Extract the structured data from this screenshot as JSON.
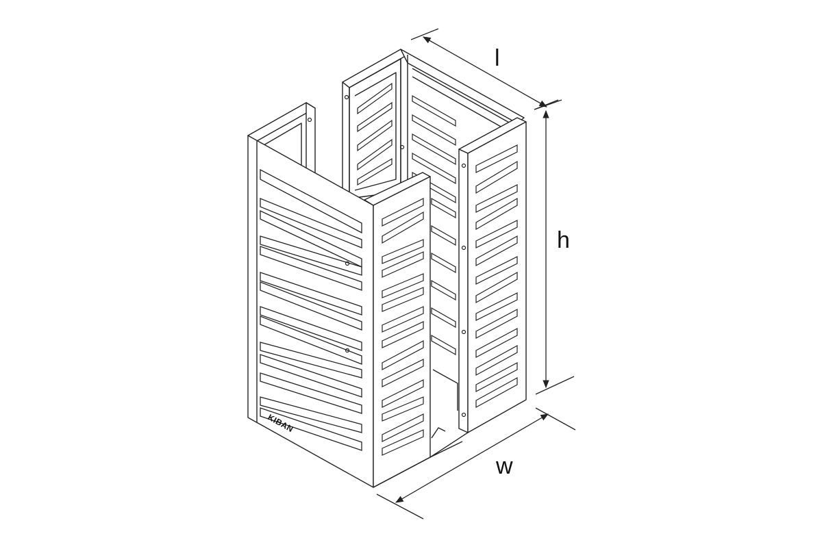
{
  "diagram": {
    "dimensions": {
      "length_label": "l",
      "height_label": "h",
      "width_label": "w"
    },
    "brand_mark": "KIBAN",
    "colors": {
      "line": "#222222",
      "background": "#ffffff"
    }
  }
}
